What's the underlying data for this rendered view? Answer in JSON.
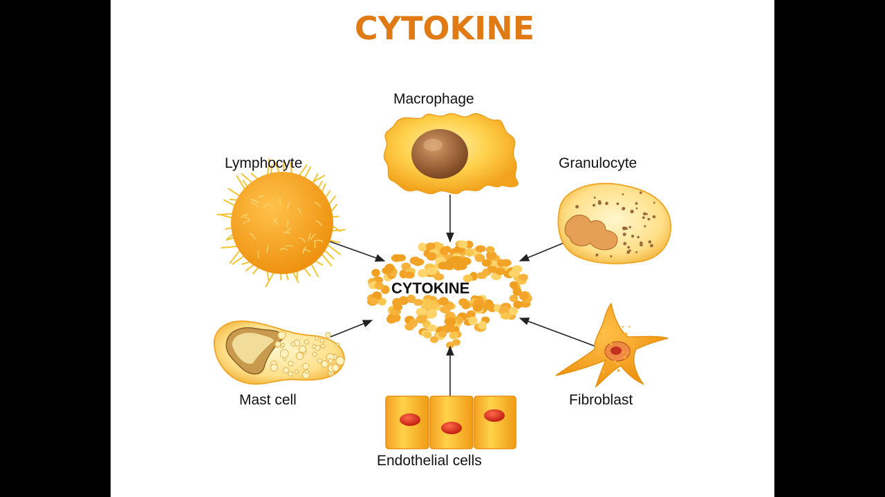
{
  "title": "CYTOKINE",
  "center_label": "CYTOKINE",
  "cells": {
    "macrophage": "Macrophage",
    "lymphocyte": "Lymphocyte",
    "granulocyte": "Granulocyte",
    "mast_cell": "Mast cell",
    "fibroblast": "Fibroblast",
    "endothelial": "Endothelial cells"
  },
  "colors": {
    "title": "#E07A14",
    "cell_fill": "#F6B23A",
    "cell_light": "#FFE08A",
    "nucleus": "#8B5A2B",
    "nucleus_red": "#D62E1F",
    "arrow": "#222222",
    "background": "#FFFFFF",
    "frame": "#000000"
  }
}
